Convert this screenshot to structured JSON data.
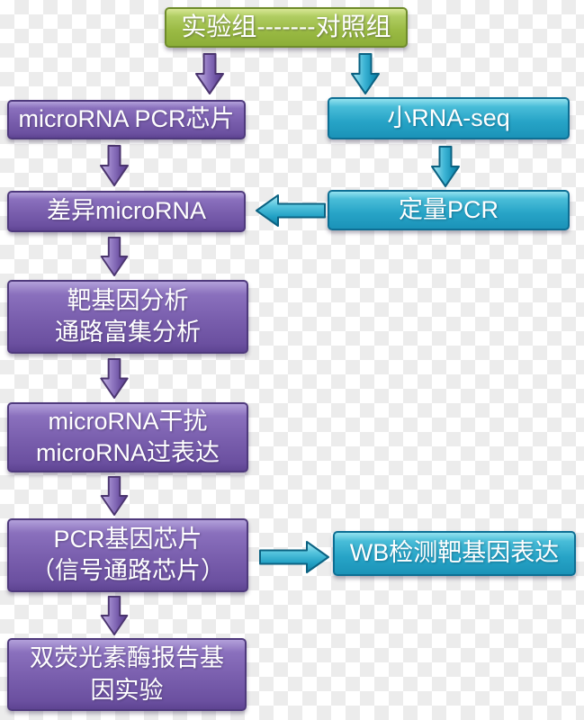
{
  "palette": {
    "purple_box": "#7a5fae",
    "green_box": "#96b83c",
    "cyan_box": "#25a3c6",
    "checker_light": "#ffffff",
    "checker_dark": "#ececec"
  },
  "boxes": {
    "experiment_control": {
      "line1": "实验组-------对照组"
    },
    "microrna_pcr_chip": {
      "line1": "microRNA PCR芯片"
    },
    "small_rna_seq": {
      "line1": "小RNA-seq"
    },
    "diff_microrna": {
      "line1": "差异microRNA"
    },
    "qpcr": {
      "line1": "定量PCR"
    },
    "target_gene_analysis": {
      "line1": "靶基因分析",
      "line2": "通路富集分析"
    },
    "microrna_perturbation": {
      "line1": "microRNA干扰",
      "line2": "microRNA过表达"
    },
    "pcr_gene_chip": {
      "line1": "PCR基因芯片",
      "line2": "（信号通路芯片）"
    },
    "wb_detection": {
      "line1": "WB检测靶基因表达"
    },
    "dual_luciferase": {
      "line1": "双荧光素酶报告基",
      "line2": "因实验"
    }
  },
  "edges": [
    {
      "from": "experiment_control",
      "to": "microrna_pcr_chip",
      "direction": "down",
      "color": "purple"
    },
    {
      "from": "experiment_control",
      "to": "small_rna_seq",
      "direction": "down",
      "color": "cyan"
    },
    {
      "from": "microrna_pcr_chip",
      "to": "diff_microrna",
      "direction": "down",
      "color": "purple"
    },
    {
      "from": "small_rna_seq",
      "to": "qpcr",
      "direction": "down",
      "color": "cyan"
    },
    {
      "from": "qpcr",
      "to": "diff_microrna",
      "direction": "left",
      "color": "cyan"
    },
    {
      "from": "diff_microrna",
      "to": "target_gene_analysis",
      "direction": "down",
      "color": "purple"
    },
    {
      "from": "target_gene_analysis",
      "to": "microrna_perturbation",
      "direction": "down",
      "color": "purple"
    },
    {
      "from": "microrna_perturbation",
      "to": "pcr_gene_chip",
      "direction": "down",
      "color": "purple"
    },
    {
      "from": "pcr_gene_chip",
      "to": "wb_detection",
      "direction": "right",
      "color": "cyan"
    },
    {
      "from": "pcr_gene_chip",
      "to": "dual_luciferase",
      "direction": "down",
      "color": "purple"
    }
  ]
}
